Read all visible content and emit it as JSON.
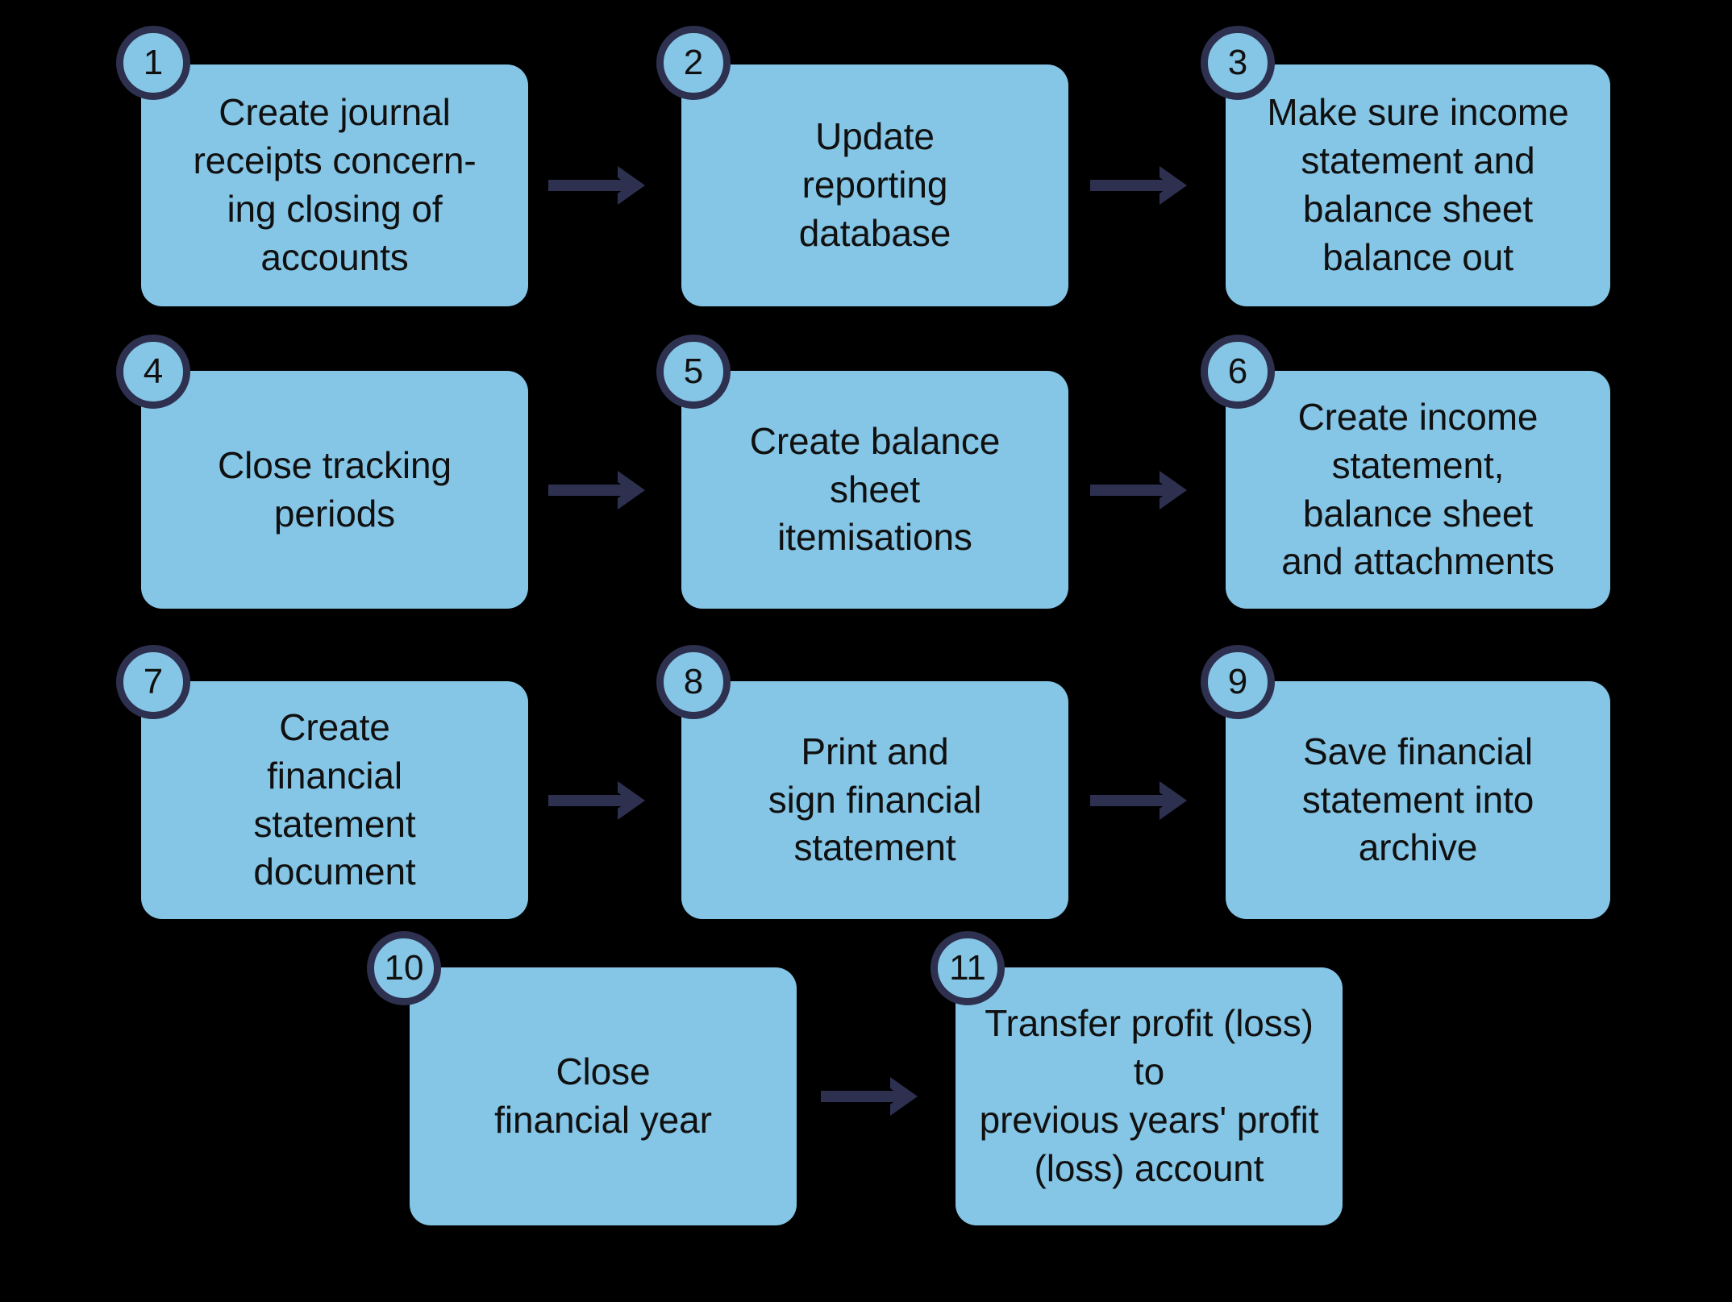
{
  "diagram": {
    "title": "Financial statement closing process flowchart",
    "background_color": "#000000",
    "box_fill_color": "#85c5e5",
    "accent_color": "#2e3050",
    "text_color": "#101010",
    "steps": [
      {
        "number": "1",
        "text": "Create journal\nreceipts concern-\ning closing of\naccounts"
      },
      {
        "number": "2",
        "text": "Update\nreporting\ndatabase"
      },
      {
        "number": "3",
        "text": "Make sure income\nstatement and\nbalance sheet\nbalance out"
      },
      {
        "number": "4",
        "text": "Close tracking\nperiods"
      },
      {
        "number": "5",
        "text": "Create balance\nsheet\nitemisations"
      },
      {
        "number": "6",
        "text": "Create income\nstatement,\nbalance sheet\nand attachments"
      },
      {
        "number": "7",
        "text": "Create\nfinancial\nstatement\ndocument"
      },
      {
        "number": "8",
        "text": "Print and\nsign financial\nstatement"
      },
      {
        "number": "9",
        "text": "Save financial\nstatement into\narchive"
      },
      {
        "number": "10",
        "text": "Close\nfinancial year"
      },
      {
        "number": "11",
        "text": "Transfer profit (loss) to\nprevious years' profit\n(loss) account"
      }
    ],
    "connections": [
      {
        "from": "1",
        "to": "2"
      },
      {
        "from": "2",
        "to": "3"
      },
      {
        "from": "4",
        "to": "5"
      },
      {
        "from": "5",
        "to": "6"
      },
      {
        "from": "7",
        "to": "8"
      },
      {
        "from": "8",
        "to": "9"
      },
      {
        "from": "10",
        "to": "11"
      }
    ]
  }
}
